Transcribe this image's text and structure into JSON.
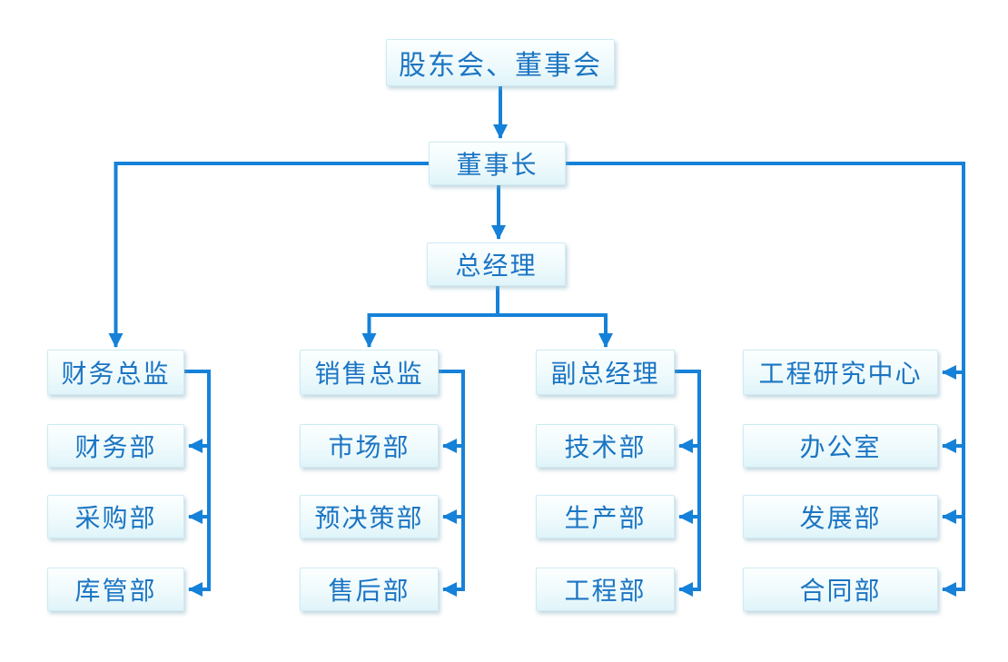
{
  "org": {
    "root": "股东会、董事会",
    "chairman": "董事长",
    "general_manager": "总经理",
    "groups": [
      {
        "head": "财务总监",
        "children": [
          "财务部",
          "采购部",
          "库管部"
        ]
      },
      {
        "head": "销售总监",
        "children": [
          "市场部",
          "预决策部",
          "售后部"
        ]
      },
      {
        "head": "副总经理",
        "children": [
          "技术部",
          "生产部",
          "工程部"
        ]
      },
      {
        "head": "工程研究中心",
        "children": [
          "办公室",
          "发展部",
          "合同部"
        ]
      }
    ]
  },
  "colors": {
    "line": "#1581d8",
    "text": "#1b75c3",
    "box_bg_top": "#fcffff",
    "box_bg_mid": "#effafc",
    "box_bg_bottom": "#dff4f9",
    "box_border": "#cdebf3",
    "background": "#ffffff"
  }
}
